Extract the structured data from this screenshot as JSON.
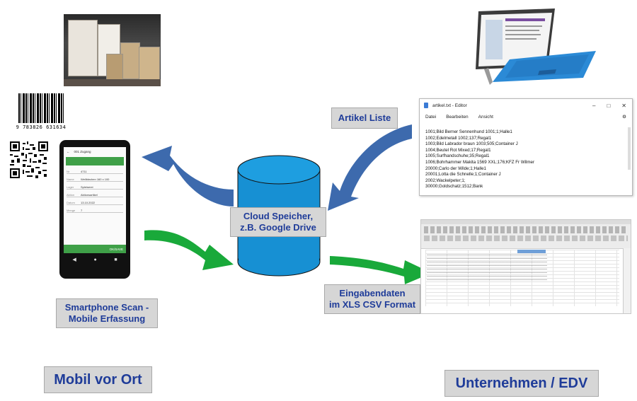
{
  "labels": {
    "artikel_liste": "Artikel Liste",
    "cloud_line1": "Cloud Speicher,",
    "cloud_line2": "z.B. Google Drive",
    "eingabe_line1": "Eingabendaten",
    "eingabe_line2": "im XLS CSV Format",
    "smartphone_line1": "Smartphone Scan -",
    "smartphone_line2": "Mobile Erfassung",
    "mobil": "Mobil vor Ort",
    "unternehmen": "Unternehmen / EDV"
  },
  "barcode": {
    "digits": "9 783826 631634"
  },
  "editor": {
    "title": "artikel.txt - Editor",
    "menu": [
      "Datei",
      "Bearbeiten",
      "Ansicht"
    ],
    "lines": [
      "1001;Bild Berner Sennenhund 1001;1;Halle1",
      "1002;Edelmetall 1002;137;Regal1",
      "1003;Bild Labrador braun 1003;505;Container J",
      "1004;Beutel Rot Mixed;17;Regal1",
      "1005;Surfhandschuhe;35;Regal1",
      "1006;Bohrhammer Makita 1569 XXL;176;KFZ Fr Wilmer",
      "20000;Carlo der Wilde;1;Halle1",
      "20001;Lotta die Schnelle;1;Container J",
      "2002;Wackelpeter;1;",
      "30000;Goldschatz;1512;Bank"
    ]
  },
  "colors": {
    "arrow_blue": "#3d6aad",
    "arrow_green": "#19a93a",
    "cylinder": "#1790d3",
    "label_text": "#1f3c99",
    "label_bg": "#d6d6d6"
  }
}
